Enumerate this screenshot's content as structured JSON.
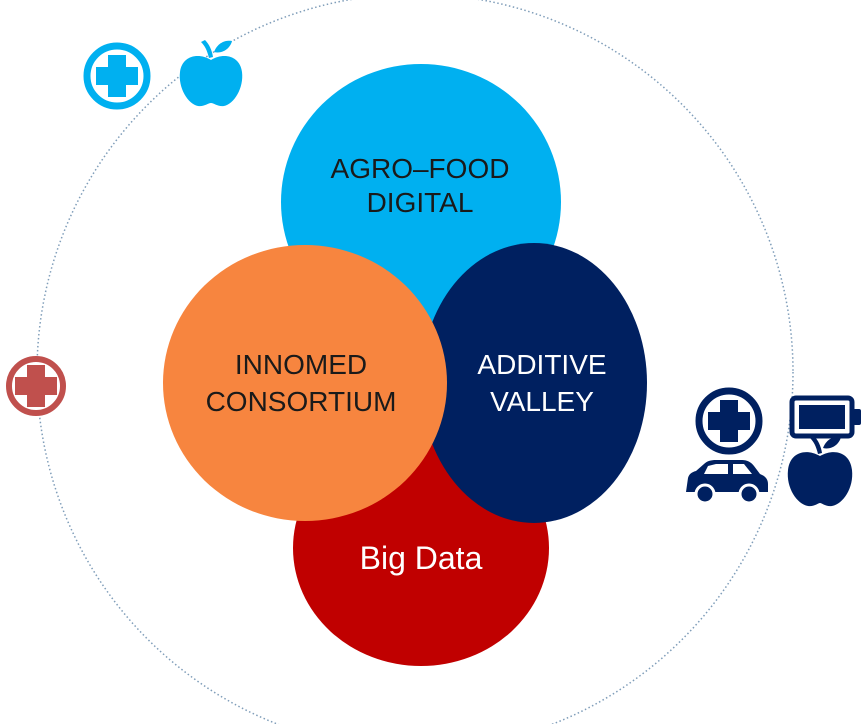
{
  "diagram": {
    "circles": {
      "agro": {
        "line1": "AGRO–FOOD",
        "line2": "DIGITAL",
        "color": "#00b0f0"
      },
      "innomed": {
        "line1": "INNOMED",
        "line2": "CONSORTIUM",
        "color": "#f7853f"
      },
      "additive": {
        "line1": "ADDITIVE",
        "line2": "VALLEY",
        "color": "#002060"
      },
      "bigdata": {
        "label": "Big Data",
        "color": "#c00000"
      }
    },
    "outer_ring_color": "#7f9db9",
    "icon_colors": {
      "light_blue": "#00b0f0",
      "red": "#c0504d",
      "navy": "#002060"
    },
    "icons": {
      "top_left": [
        "plus-cross-icon",
        "apple-icon"
      ],
      "left": [
        "plus-cross-icon"
      ],
      "right": [
        "plus-cross-icon",
        "battery-icon",
        "car-icon",
        "apple-icon"
      ]
    }
  }
}
